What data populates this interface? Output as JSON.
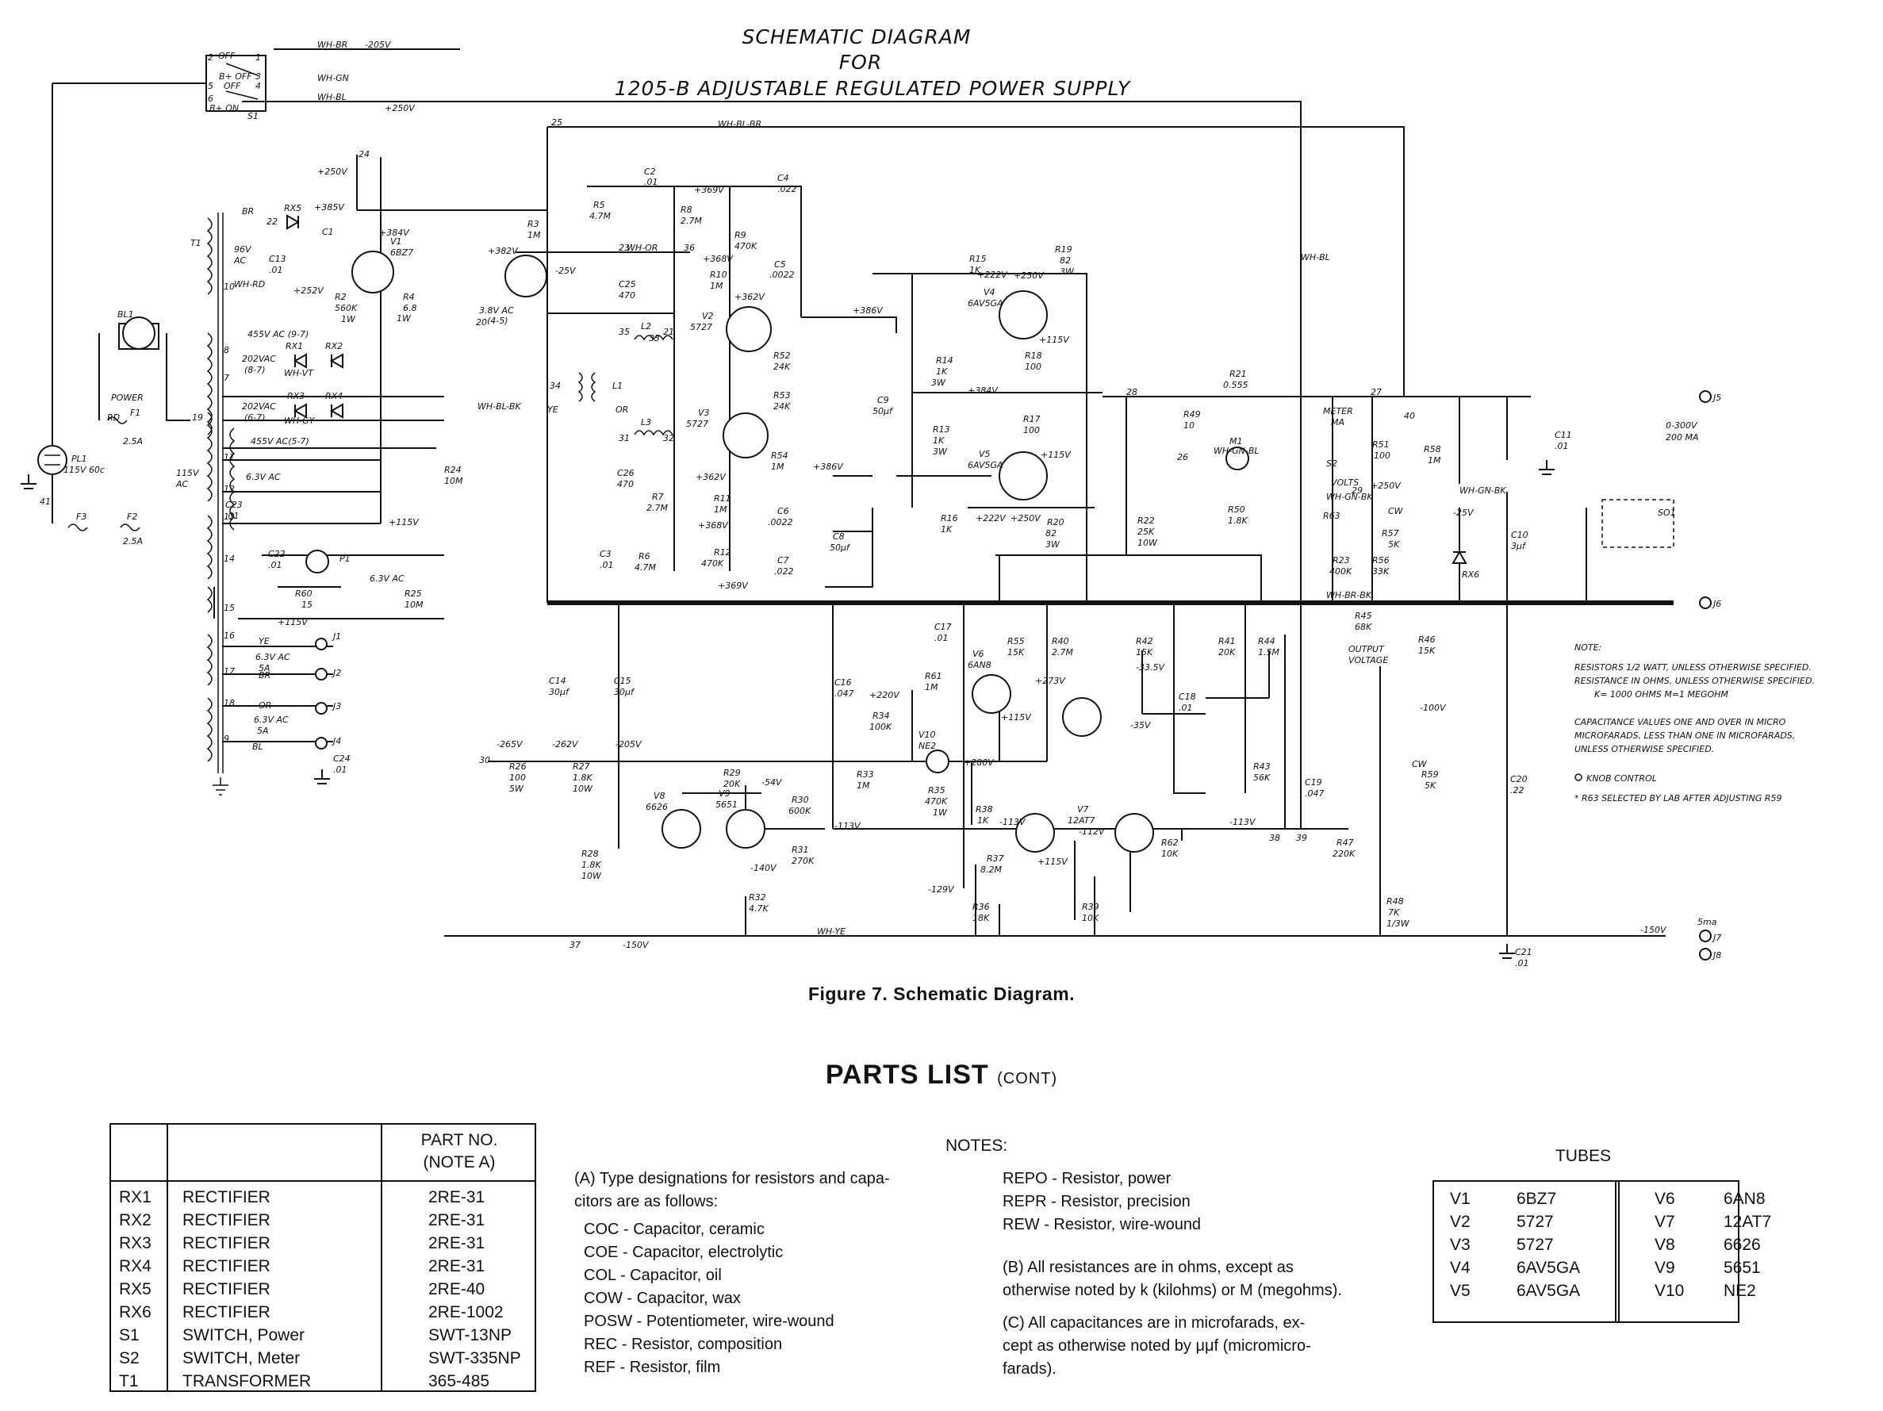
{
  "schematic": {
    "title_lines": [
      "SCHEMATIC DIAGRAM",
      "FOR",
      "1205-B  ADJUSTABLE REGULATED POWER SUPPLY"
    ],
    "labels": {
      "voltages": [
        "-205V",
        "+250V",
        "+250V",
        "+385V",
        "+384V",
        "+382V",
        "-25V",
        "+252V",
        "+369V",
        "+368V",
        "+362V",
        "+386V",
        "+222V",
        "+250V",
        "+115V",
        "+384V",
        "+386V",
        "+362V",
        "+368V",
        "+369V",
        "+222V",
        "+250V",
        "+250V",
        "+115V",
        "+220V",
        "+273V",
        "-33.5V",
        "-35V",
        "+280V",
        "+115V",
        "-54V",
        "-140V",
        "-113V",
        "-113V",
        "-112V",
        "-129V",
        "-113V",
        "-150V",
        "-150V",
        "-265V",
        "-262V",
        "-205V",
        "-25V",
        "-100V",
        "+115V",
        "+115V",
        "+115V"
      ],
      "components": [
        "S1",
        "T1",
        "RX5",
        "C1",
        "V1",
        "6BZ7",
        "C13",
        ".01",
        "96V",
        "AC",
        "R2",
        "560K",
        "1W",
        "R4",
        "6.8",
        "1W",
        "R3",
        "1M",
        "3.8V AC",
        "(4-5)",
        "C2",
        ".01",
        "C4",
        ".022",
        "R5",
        "4.7M",
        "R8",
        "2.7M",
        "R9",
        "470K",
        "C5",
        ".0022",
        "R10",
        "1M",
        "C25",
        "470",
        "L2",
        "V2",
        "5727",
        "R52",
        "24K",
        "R53",
        "24K",
        "V3",
        "5727",
        "L1",
        "L3",
        "C26",
        "470",
        "R54",
        "1M",
        "R7",
        "2.7M",
        "R11",
        "1M",
        "C6",
        ".0022",
        "R12",
        "470K",
        "C3",
        ".01",
        "R6",
        "4.7M",
        "C7",
        ".022",
        "R15",
        "1K",
        "R19",
        "82",
        "3W",
        "V4",
        "6AV5GA",
        "R18",
        "100",
        "R14",
        "1K",
        "3W",
        "R13",
        "1K",
        "3W",
        "V5",
        "6AV5GA",
        "R17",
        "100",
        "R16",
        "1K",
        "R20",
        "82",
        "3W",
        "C9",
        "50μf",
        "C8",
        "50μf",
        "R21",
        "0.555",
        "R49",
        "10",
        "M1",
        "R50",
        "1.8K",
        "R22",
        "25K",
        "10W",
        "METER",
        "MA",
        "S2",
        "VOLTS",
        "R51",
        "100",
        "R58",
        "1M",
        "R63",
        "R57",
        "5K",
        "R23",
        "400K",
        "R56",
        "33K",
        "RX6",
        "C11",
        ".01",
        "C10",
        "3μf",
        "0-300V",
        "200 MA",
        "SO1",
        "J5",
        "J6",
        "R45",
        "68K",
        "OUTPUT",
        "VOLTAGE",
        "R46",
        "15K",
        "BL1",
        "POWER",
        "F1",
        "2.5A",
        "PL1",
        "115V 60c",
        "F3",
        "F2",
        "2.5A",
        "115V",
        "AC",
        "RX1",
        "RX2",
        "RX3",
        "RX4",
        "202VAC",
        "(8-7)",
        "202VAC",
        "(6-7)",
        "455V AC (9-7)",
        "455V AC(5-7)",
        "6.3V AC",
        "R24",
        "10M",
        "C23",
        ".01",
        "C22",
        ".01",
        "P1",
        "R60",
        "15",
        "6.3V AC",
        "R25",
        "10M",
        "J1",
        "6.3V AC",
        "5A",
        "J2",
        "J3",
        "6.3V AC",
        "5A",
        "J4",
        "C24",
        ".01",
        "C14",
        "30μf",
        "C15",
        "30μf",
        "R26",
        "100",
        "5W",
        "R27",
        "1.8K",
        "10W",
        "R28",
        "1.8K",
        "10W",
        "C16",
        ".047",
        "C17",
        ".01",
        "V6",
        "6AN8",
        "R61",
        "1M",
        "R34",
        "100K",
        "V10",
        "NE2",
        "R33",
        "1M",
        "R55",
        "15K",
        "R40",
        "2.7M",
        "R42",
        "15K",
        "R41",
        "20K",
        "R44",
        "1.5M",
        "C18",
        ".01",
        "R35",
        "470K",
        "1W",
        "R43",
        "56K",
        "V8",
        "6626",
        "R29",
        "20K",
        "V9",
        "5651",
        "R30",
        "600K",
        "R31",
        "270K",
        "R32",
        "4.7K",
        "R38",
        "1K",
        "V7",
        "12AT7",
        "R62",
        "10K",
        "R37",
        "8.2M",
        "R36",
        "18K",
        "R39",
        "10K",
        "C19",
        ".047",
        "R47",
        "220K",
        "R48",
        "7K",
        "1/3W",
        "R59",
        "5K",
        "C20",
        ".22",
        "C21",
        ".01",
        "J7",
        "J8",
        "5ma",
        "CW",
        "CW"
      ],
      "wire_codes": [
        "WH-BR",
        "WH-GN",
        "WH-BL",
        "WH-BL-BR",
        "WH-OR",
        "WH-RD",
        "WH-VT",
        "WH-GY",
        "WH-BL-BK",
        "WH-BL",
        "WH-GN-BL",
        "WH-GN-BK",
        "WH-BR-BK",
        "WH-GN-BK",
        "WH-YE",
        "BR",
        "RD",
        "YE",
        "OR",
        "BR",
        "YE",
        "OR",
        "BL"
      ],
      "switch": [
        "OFF",
        "OFF",
        "B+ OFF",
        "B+ ON"
      ],
      "terminal_nums": [
        "2",
        "1",
        "3",
        "4",
        "5",
        "6",
        "25",
        "24",
        "22",
        "23",
        "36",
        "20",
        "35",
        "21",
        "31",
        "32",
        "33",
        "34",
        "19",
        "10",
        "11",
        "12",
        "13",
        "14",
        "15",
        "16",
        "17",
        "18",
        "9",
        "8",
        "7",
        "28",
        "26",
        "27",
        "29",
        "40",
        "30",
        "37",
        "38",
        "39",
        "41"
      ],
      "notes": [
        "NOTE:",
        "RESISTORS 1/2 WATT, UNLESS OTHERWISE SPECIFIED.",
        "RESISTANCE IN OHMS, UNLESS OTHERWISE SPECIFIED.",
        "K= 1000 OHMS     M=1 MEGOHM",
        "CAPACITANCE VALUES ONE AND OVER IN MICRO",
        "MICROFARADS, LESS THAN ONE IN MICROFARADS,",
        "UNLESS OTHERWISE SPECIFIED.",
        "KNOB CONTROL",
        "* R63 SELECTED BY LAB AFTER ADJUSTING R59"
      ]
    }
  },
  "figure_caption": "Figure 7.  Schematic Diagram.",
  "parts_list": {
    "heading": "PARTS   LIST",
    "heading_suffix": "(CONT)",
    "part_no_header_line1": "PART NO.",
    "part_no_header_line2": "(NOTE A)",
    "rows": [
      {
        "ref": "RX1",
        "desc": "RECTIFIER",
        "part": "2RE-31"
      },
      {
        "ref": "RX2",
        "desc": "RECTIFIER",
        "part": "2RE-31"
      },
      {
        "ref": "RX3",
        "desc": "RECTIFIER",
        "part": "2RE-31"
      },
      {
        "ref": "RX4",
        "desc": "RECTIFIER",
        "part": "2RE-31"
      },
      {
        "ref": "RX5",
        "desc": "RECTIFIER",
        "part": "2RE-40"
      },
      {
        "ref": "RX6",
        "desc": "RECTIFIER",
        "part": "2RE-1002"
      },
      {
        "ref": "S1",
        "desc": "SWITCH, Power",
        "part": "SWT-13NP"
      },
      {
        "ref": "S2",
        "desc": "SWITCH, Meter",
        "part": "SWT-335NP"
      },
      {
        "ref": "T1",
        "desc": "TRANSFORMER",
        "part": "365-485"
      }
    ]
  },
  "notes": {
    "title": "NOTES:",
    "a_line1": "(A)  Type designations for resistors and capa-",
    "a_line2": "citors are as follows:",
    "types_left": [
      "COC - Capacitor, ceramic",
      "COE - Capacitor, electrolytic",
      "COL - Capacitor, oil",
      "COW - Capacitor, wax",
      "POSW - Potentiometer, wire-wound",
      "REC - Resistor, composition",
      "REF - Resistor, film"
    ],
    "types_right": [
      "REPO - Resistor, power",
      "REPR - Resistor, precision",
      "REW - Resistor, wire-wound"
    ],
    "b_line1": "(B)  All resistances are in ohms, except as",
    "b_line2": "otherwise noted by k (kilohms) or M (megohms).",
    "c_line1": "(C)  All capacitances are in microfarads, ex-",
    "c_line2": "cept as otherwise noted by μμf (micromicro-",
    "c_line3": "farads)."
  },
  "tubes": {
    "title": "TUBES",
    "left": [
      {
        "ref": "V1",
        "type": "6BZ7"
      },
      {
        "ref": "V2",
        "type": "5727"
      },
      {
        "ref": "V3",
        "type": "5727"
      },
      {
        "ref": "V4",
        "type": "6AV5GA"
      },
      {
        "ref": "V5",
        "type": "6AV5GA"
      }
    ],
    "right": [
      {
        "ref": "V6",
        "type": "6AN8"
      },
      {
        "ref": "V7",
        "type": "12AT7"
      },
      {
        "ref": "V8",
        "type": "6626"
      },
      {
        "ref": "V9",
        "type": "5651"
      },
      {
        "ref": "V10",
        "type": "NE2"
      }
    ]
  }
}
